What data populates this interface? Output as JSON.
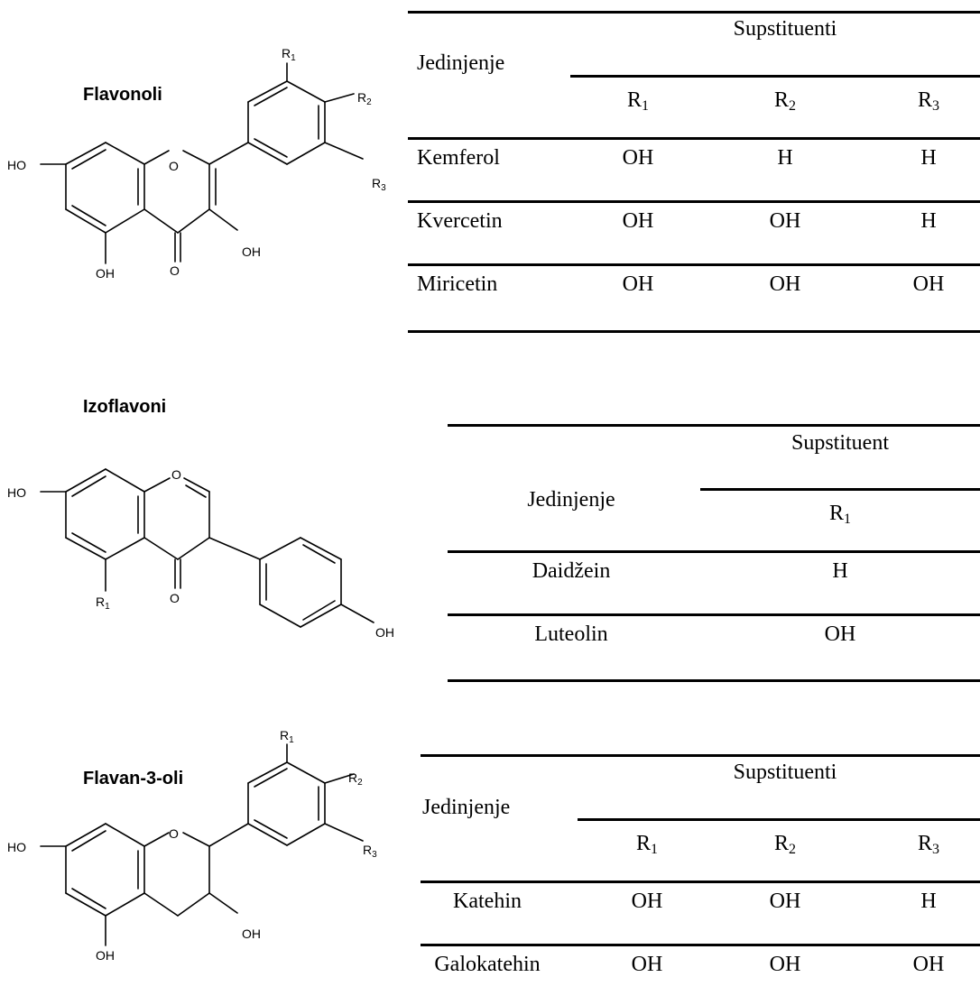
{
  "sections": [
    {
      "title": "Flavonoli",
      "structure_labels": {
        "r1": "R",
        "r1_sub": "1",
        "r2": "R",
        "r2_sub": "2",
        "r3": "R",
        "r3_sub": "3",
        "ho": "HO",
        "o_ring": "O",
        "oh3": "OH",
        "oh5": "OH",
        "o_keto": "O"
      },
      "table": {
        "col_header": "Jedinjenje",
        "group_header": "Supstituenti",
        "subcolumns": [
          "R1",
          "R2",
          "R3"
        ],
        "rows": [
          {
            "name": "Kemferol",
            "r1": "OH",
            "r2": "H",
            "r3": "H"
          },
          {
            "name": "Kvercetin",
            "r1": "OH",
            "r2": "OH",
            "r3": "H"
          },
          {
            "name": "Miricetin",
            "r1": "OH",
            "r2": "OH",
            "r3": "OH"
          }
        ]
      }
    },
    {
      "title": "Izoflavoni",
      "structure_labels": {
        "ho": "HO",
        "o_ring": "O",
        "r1": "R",
        "r1_sub": "1",
        "o_keto": "O",
        "oh": "OH"
      },
      "table": {
        "col_header": "Jedinjenje",
        "group_header": "Supstituent",
        "subcolumns": [
          "R1"
        ],
        "rows": [
          {
            "name": "Daidžein",
            "r1": "H"
          },
          {
            "name": "Luteolin",
            "r1": "OH"
          }
        ]
      }
    },
    {
      "title": "Flavan-3-oli",
      "structure_labels": {
        "r1": "R",
        "r1_sub": "1",
        "r2": "R",
        "r2_sub": "2",
        "r3": "R",
        "r3_sub": "3",
        "ho": "HO",
        "o_ring": "O",
        "oh3": "OH",
        "oh5": "OH"
      },
      "table": {
        "col_header": "Jedinjenje",
        "group_header": "Supstituenti",
        "subcolumns": [
          "R1",
          "R2",
          "R3"
        ],
        "rows": [
          {
            "name": "Katehin",
            "r1": "OH",
            "r2": "OH",
            "r3": "H"
          },
          {
            "name": "Galokatehin",
            "r1": "OH",
            "r2": "OH",
            "r3": "OH"
          }
        ]
      }
    }
  ]
}
